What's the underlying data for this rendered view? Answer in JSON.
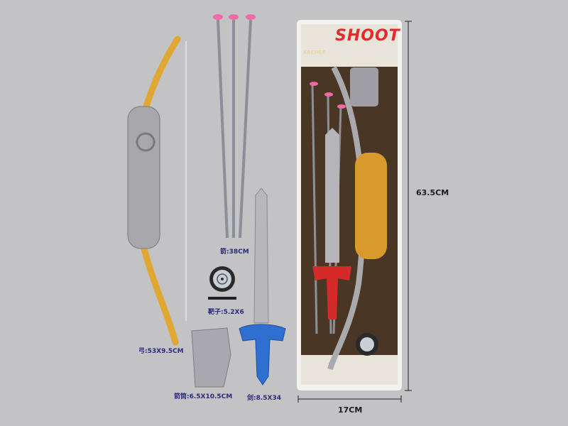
{
  "labels": {
    "bow": "弓:53X9.5CM",
    "arrow": "箭:38CM",
    "target": "靶子:5.2X6",
    "quiver": "箭筒:6.5X10.5CM",
    "sword": "剑:8.5X34"
  },
  "dimensions": {
    "height": "63.5CM",
    "width": "17CM"
  },
  "package": {
    "title": "SHOOT",
    "logo_text": "ARCHER"
  },
  "colors": {
    "background": "#c3c3c5",
    "bow": "#e0a832",
    "grip": "#a8a8ac",
    "arrow_tip": "#f06aa8",
    "sword_hilt_loose": "#2f6fd0",
    "sword_hilt_packed": "#d42a2a",
    "card": "#4a3624"
  }
}
